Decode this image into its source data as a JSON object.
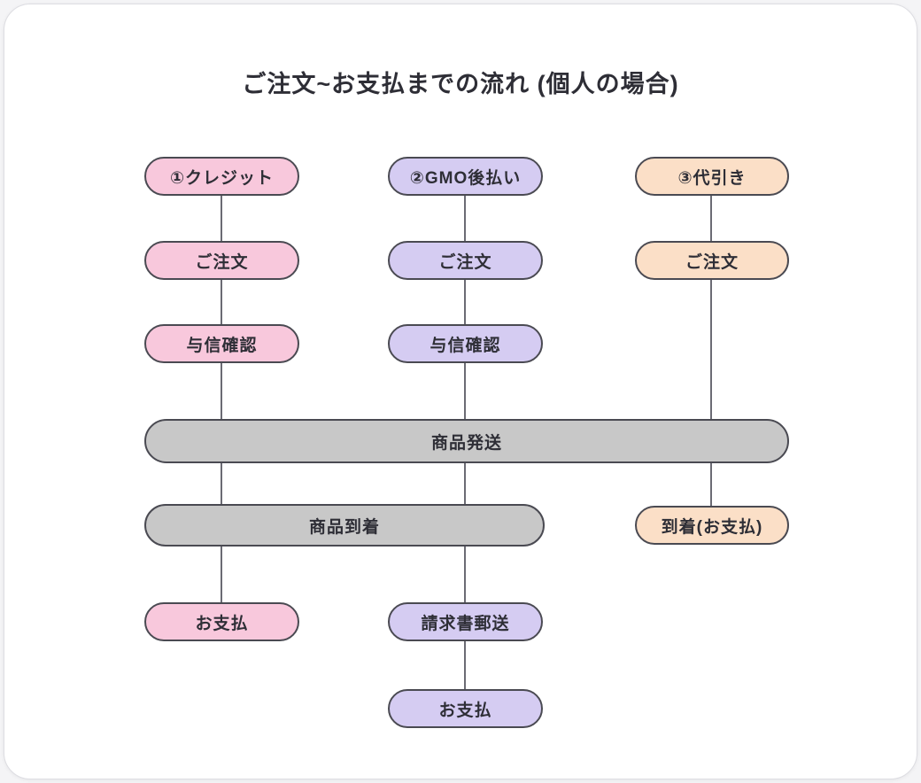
{
  "title": "ご注文~お支払までの流れ (個人の場合)",
  "colors": {
    "credit": "#F8C8DC",
    "gmo": "#D5CCF2",
    "daibiki": "#FBDFC7",
    "shared": "#C8C8C8",
    "outline": "#4A4A52",
    "line": "#6B6B74",
    "text": "#2E2E36",
    "card-bg": "#FFFFFF",
    "page-bg": "#F4F4F6"
  },
  "chart_data": {
    "type": "flowchart",
    "title": "ご注文~お支払までの流れ (個人の場合)",
    "lanes": [
      {
        "name": "credit",
        "steps": [
          "①クレジット",
          "ご注文",
          "与信確認",
          "商品発送",
          "商品到着",
          "お支払"
        ]
      },
      {
        "name": "gmo",
        "steps": [
          "②GMO後払い",
          "ご注文",
          "与信確認",
          "商品発送",
          "商品到着",
          "請求書郵送",
          "お支払"
        ]
      },
      {
        "name": "daibiki",
        "steps": [
          "③代引き",
          "ご注文",
          "商品発送",
          "到着(お支払)"
        ]
      }
    ]
  },
  "columns": {
    "credit": {
      "header": "①クレジット",
      "order": "ご注文",
      "credit_check": "与信確認",
      "payment": "お支払"
    },
    "gmo": {
      "header": "②GMO後払い",
      "order": "ご注文",
      "credit_check": "与信確認",
      "invoice": "請求書郵送",
      "payment": "お支払"
    },
    "daibiki": {
      "header": "③代引き",
      "order": "ご注文",
      "arrival_payment": "到着(お支払)"
    },
    "shared": {
      "shipping": "商品発送",
      "arrival": "商品到着"
    }
  }
}
